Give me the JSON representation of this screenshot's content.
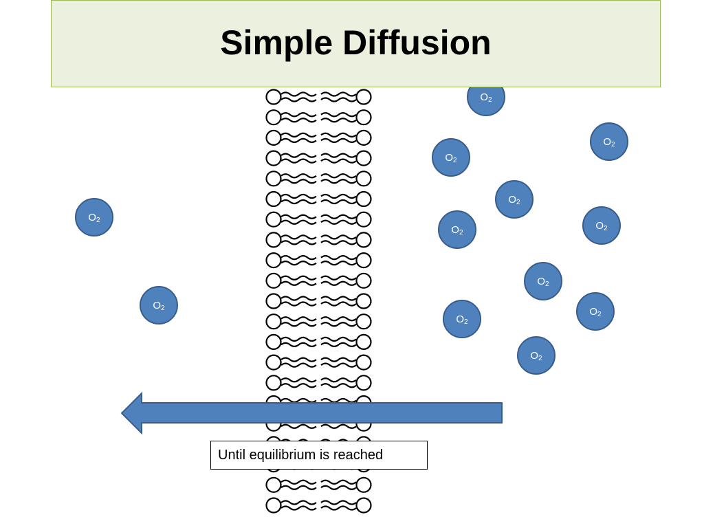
{
  "title": "Simple Diffusion",
  "caption": "Until equilibrium is reached",
  "molecule": {
    "base": "O",
    "subscript": "2"
  },
  "colors": {
    "title_fill": "#ebf1de",
    "title_border": "#9bbb59",
    "molecule_fill": "#4f81bd",
    "molecule_border": "#385d8a",
    "arrow_fill": "#4f81bd"
  }
}
